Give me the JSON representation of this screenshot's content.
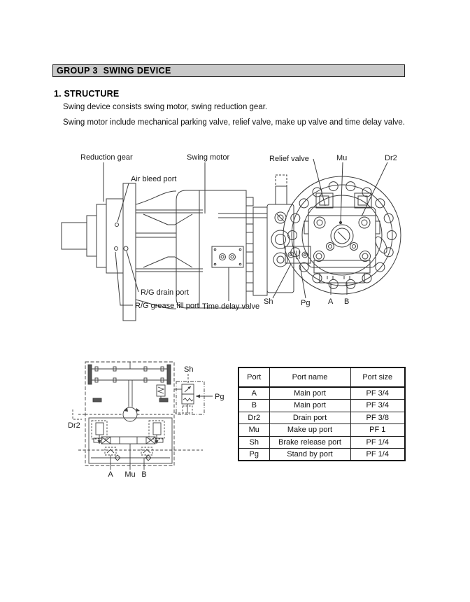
{
  "header": {
    "title": "GROUP 3  SWING DEVICE"
  },
  "structure": {
    "heading": "1. STRUCTURE",
    "line1": "Swing device consists swing motor, swing reduction gear.",
    "line2": "Swing motor include mechanical parking valve, relief valve, make up valve and time delay valve."
  },
  "fig1": {
    "labels": {
      "reduction_gear": "Reduction gear",
      "swing_motor": "Swing motor",
      "air_bleed_port": "Air bleed port",
      "rg_drain_port": "R/G drain port",
      "rg_grease_fill_port": "R/G grease fill port",
      "time_delay_valve": "Time delay valve",
      "relief_valve": "Relief valve",
      "mu": "Mu",
      "dr2": "Dr2",
      "sh": "Sh",
      "pg": "Pg",
      "a": "A",
      "b": "B"
    }
  },
  "fig2": {
    "labels": {
      "sh": "Sh",
      "pg": "Pg",
      "dr2": "Dr2",
      "a": "A",
      "mu": "Mu",
      "b": "B"
    }
  },
  "table": {
    "headers": [
      "Port",
      "Port name",
      "Port size"
    ],
    "rows": [
      {
        "port": "A",
        "name": "Main port",
        "size": "PF 3/4"
      },
      {
        "port": "B",
        "name": "Main port",
        "size": "PF 3/4"
      },
      {
        "port": "Dr2",
        "name": "Drain port",
        "size": "PF 3/8"
      },
      {
        "port": "Mu",
        "name": "Make up port",
        "size": "PF 1"
      },
      {
        "port": "Sh",
        "name": "Brake release port",
        "size": "PF 1/4"
      },
      {
        "port": "Pg",
        "name": "Stand by port",
        "size": "PF 1/4"
      }
    ]
  },
  "colors": {
    "header_bar_bg": "#c9c9c9",
    "line": "#3d3d3d",
    "text": "#1a1a1a"
  }
}
